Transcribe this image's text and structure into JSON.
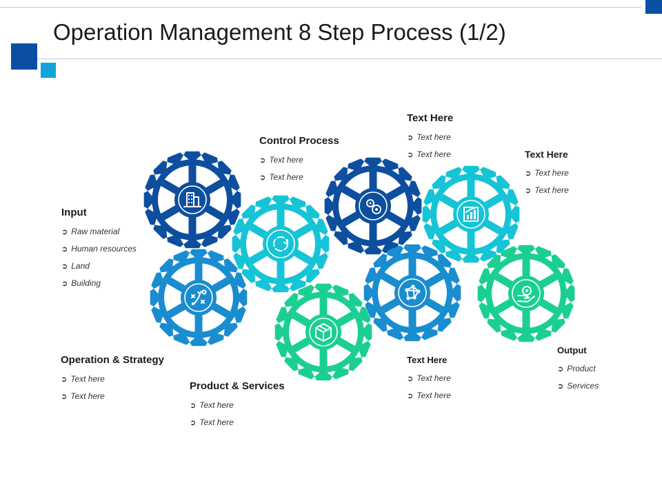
{
  "title": "Operation Management 8 Step Process (1/2)",
  "bullet_icon": "arrow-right-circle-icon",
  "colors": {
    "dark_blue": "#0d4f9e",
    "cyan": "#15c4d6",
    "mid_blue": "#1a8dd0",
    "green": "#1bcf94",
    "accent_square": "#0a4fa3",
    "accent_square_light": "#12a3dc"
  },
  "blocks": {
    "input": {
      "heading": "Input",
      "items": [
        "Raw material",
        "Human resources",
        "Land",
        "Building"
      ]
    },
    "control": {
      "heading": "Control Process",
      "items": [
        "Text here",
        "Text here"
      ]
    },
    "text1": {
      "heading": "Text Here",
      "items": [
        "Text here",
        "Text here"
      ]
    },
    "text2": {
      "heading": "Text Here",
      "items": [
        "Text here",
        "Text here"
      ]
    },
    "operation": {
      "heading": "Operation & Strategy",
      "items": [
        "Text here",
        "Text here"
      ]
    },
    "product": {
      "heading": "Product & Services",
      "items": [
        "Text here",
        "Text here"
      ]
    },
    "text3": {
      "heading": "Text Here",
      "items": [
        "Text here",
        "Text here"
      ]
    },
    "output": {
      "heading": "Output",
      "items": [
        "Product",
        "Services"
      ]
    }
  },
  "gears": [
    {
      "icon": "building-icon",
      "color": "#0d4f9e"
    },
    {
      "icon": "cycle-icon",
      "color": "#15c4d6"
    },
    {
      "icon": "gears-icon",
      "color": "#0d4f9e"
    },
    {
      "icon": "bar-chart-icon",
      "color": "#15c4d6"
    },
    {
      "icon": "strategy-icon",
      "color": "#1a8dd0"
    },
    {
      "icon": "box-icon",
      "color": "#1bcf94"
    },
    {
      "icon": "network-icon",
      "color": "#1a8dd0"
    },
    {
      "icon": "hand-gear-icon",
      "color": "#1bcf94"
    }
  ]
}
